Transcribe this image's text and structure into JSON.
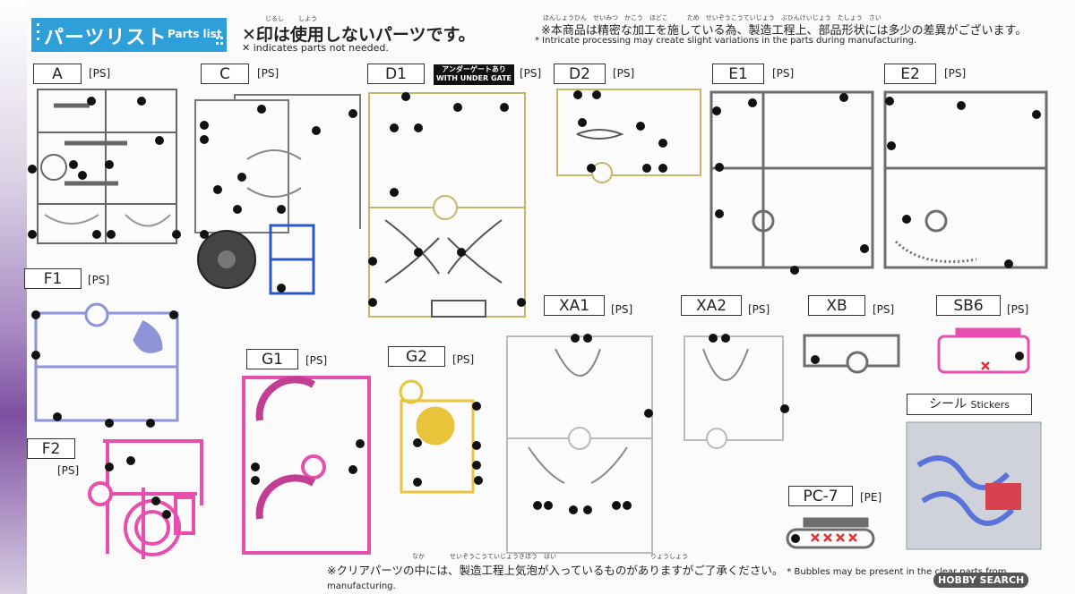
{
  "header": {
    "title_jp": "パーツリスト",
    "title_en": "Parts list",
    "unneeded_jp": "✕印は使用しないパーツです。",
    "unneeded_en": "✕ indicates parts not needed.",
    "ruby_shirushi": "じるし",
    "ruby_shiyou": "しよう",
    "notice_jp": "※本商品は精密な加工を施している為、製造工程上、部品形状には多少の差異がございます。",
    "notice_en": "* Intricate processing may create slight variations in the parts during manufacturing.",
    "notice_ruby": "ほんしょうひん　せいみつ　かこう　ほどこ　　　ため　せいぞうこうていじょう　ぶひんけいじょう　たしょう　さい"
  },
  "runners": [
    {
      "id": "A",
      "type": "[PS]"
    },
    {
      "id": "C",
      "type": "[PS]"
    },
    {
      "id": "D1",
      "type": "[PS]",
      "badge_jp": "アンダーゲートあり",
      "badge_en": "WITH UNDER GATE"
    },
    {
      "id": "D2",
      "type": "[PS]"
    },
    {
      "id": "E1",
      "type": "[PS]"
    },
    {
      "id": "E2",
      "type": "[PS]"
    },
    {
      "id": "F1",
      "type": "[PS]"
    },
    {
      "id": "G1",
      "type": "[PS]"
    },
    {
      "id": "G2",
      "type": "[PS]"
    },
    {
      "id": "XA1",
      "type": "[PS]"
    },
    {
      "id": "XA2",
      "type": "[PS]"
    },
    {
      "id": "XB",
      "type": "[PS]"
    },
    {
      "id": "SB6",
      "type": "[PS]"
    },
    {
      "id": "F2",
      "type": "[PS]"
    },
    {
      "id": "PC-7",
      "type": "[PE]"
    }
  ],
  "stickers": {
    "label_jp": "シール",
    "label_en": "Stickers"
  },
  "footer": {
    "bubbles_jp": "※クリアパーツの中には、製造工程上気泡が入っているものがありますがご了承ください。",
    "bubbles_en": "* Bubbles may be present in the clear parts from manufacturing.",
    "ruby": "なか　　　　せいぞうこうていじょうきほう　はい　　　　　　　　　　　　　　　りょうしょう"
  },
  "watermark": "HOBBY SEARCH",
  "colors": {
    "accent": "#2e9fd8",
    "cross": "#e23131",
    "gray_runner": "#6d6d6d",
    "blue_runner": "#2b58c9",
    "pink_runner": "#e64fae",
    "yellow_runner": "#e9c43a",
    "lavender_runner": "#8d94d8"
  }
}
